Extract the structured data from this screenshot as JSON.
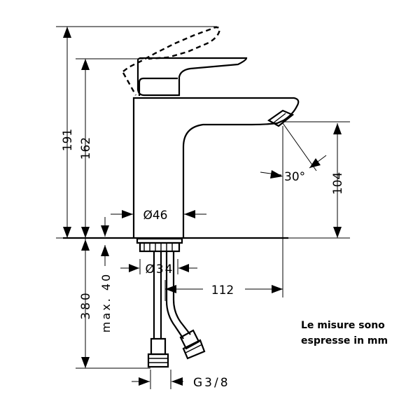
{
  "dimensions": {
    "height_total": "191",
    "height_lever": "162",
    "spout_height": "104",
    "body_diameter": "Ø46",
    "thread_diameter": "Ø34",
    "spout_reach": "112",
    "hose_length": "380",
    "max_deck": "max. 40",
    "angle": "30°",
    "connection": "G3/8"
  },
  "note": {
    "line1": "Le misure sono",
    "line2": "espresse in mm"
  }
}
